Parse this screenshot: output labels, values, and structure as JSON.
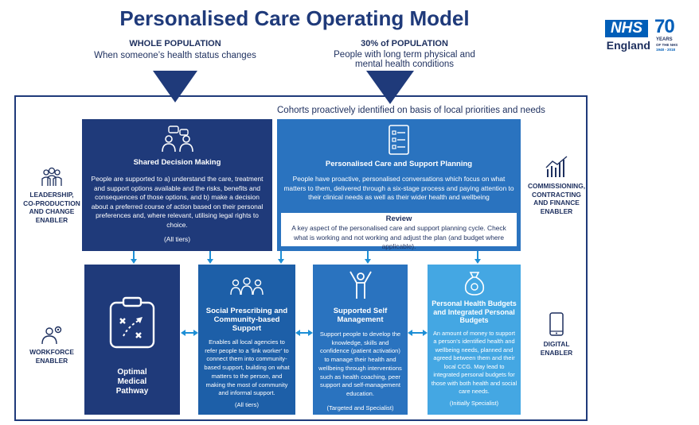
{
  "title": "Personalised Care Operating Model",
  "whole_population": {
    "heading": "WHOLE POPULATION",
    "sub": "When someone’s health status changes"
  },
  "thirty_population": {
    "heading": "30% of POPULATION",
    "sub1": "People with long term physical and",
    "sub2": "mental health conditions"
  },
  "cohorts": "Cohorts proactively identified on basis of local priorities and needs",
  "logo": {
    "nhs": "NHS",
    "england": "England",
    "seventy": "70",
    "years": "YEARS",
    "of_the_nhs": "OF THE NHS",
    "dates": "1948 - 2018"
  },
  "shared_decision": {
    "title": "Shared Decision Making",
    "body": "People are supported to a) understand the care, treatment and support options available and the risks, benefits and consequences of those options, and b) make a decision about a preferred course of action based on their personal preferences and, where relevant, utilising legal rights to choice.",
    "tier": "(All tiers)"
  },
  "care_planning": {
    "title": "Personalised Care and Support Planning",
    "body": "People have proactive, personalised conversations which focus on what matters to them, delivered through a six-stage process and paying attention to their clinical needs as well as their wider health and wellbeing",
    "review_title": "Review",
    "review_body": "A key aspect of the personalised care and support planning cycle. Check what is working and not working and adjust the plan (and budget where applicable)."
  },
  "optimal": {
    "title": "Optimal Medical Pathway"
  },
  "social": {
    "title": "Social Prescribing and Community-based Support",
    "body": "Enables all local agencies to refer people to a ‘link worker’ to connect them into community-based support, building on what matters to the person, and making the most of community and informal support.",
    "tier": "(All tiers)"
  },
  "self_mgmt": {
    "title": "Supported Self Management",
    "body": "Support people to develop the knowledge, skills and confidence (patient activation) to manage their health and wellbeing through interventions such as health coaching, peer support and self-management education.",
    "tier": "(Targeted and Specialist)"
  },
  "budgets": {
    "title": "Personal Health Budgets and Integrated Personal Budgets",
    "body": "An amount of money to support a person’s identified health and wellbeing needs, planned and agreed between them and their local CCG. May lead to integrated personal budgets for those with both health and social care needs.",
    "tier": "(Initially Specialist)"
  },
  "enablers": {
    "leadership": [
      "LEADERSHIP,",
      "CO-PRODUCTION",
      "AND CHANGE",
      "ENABLER"
    ],
    "workforce": [
      "WORKFORCE",
      "ENABLER"
    ],
    "commissioning": [
      "COMMISSIONING,",
      "CONTRACTING",
      "AND FINANCE",
      "ENABLER"
    ],
    "digital": [
      "DIGITAL",
      "ENABLER"
    ]
  },
  "colors": {
    "navy": "#1f3a7a",
    "blue": "#2a73bf",
    "mid": "#1d5fa8",
    "light": "#44a7e3",
    "arrow": "#1d8fd6"
  }
}
